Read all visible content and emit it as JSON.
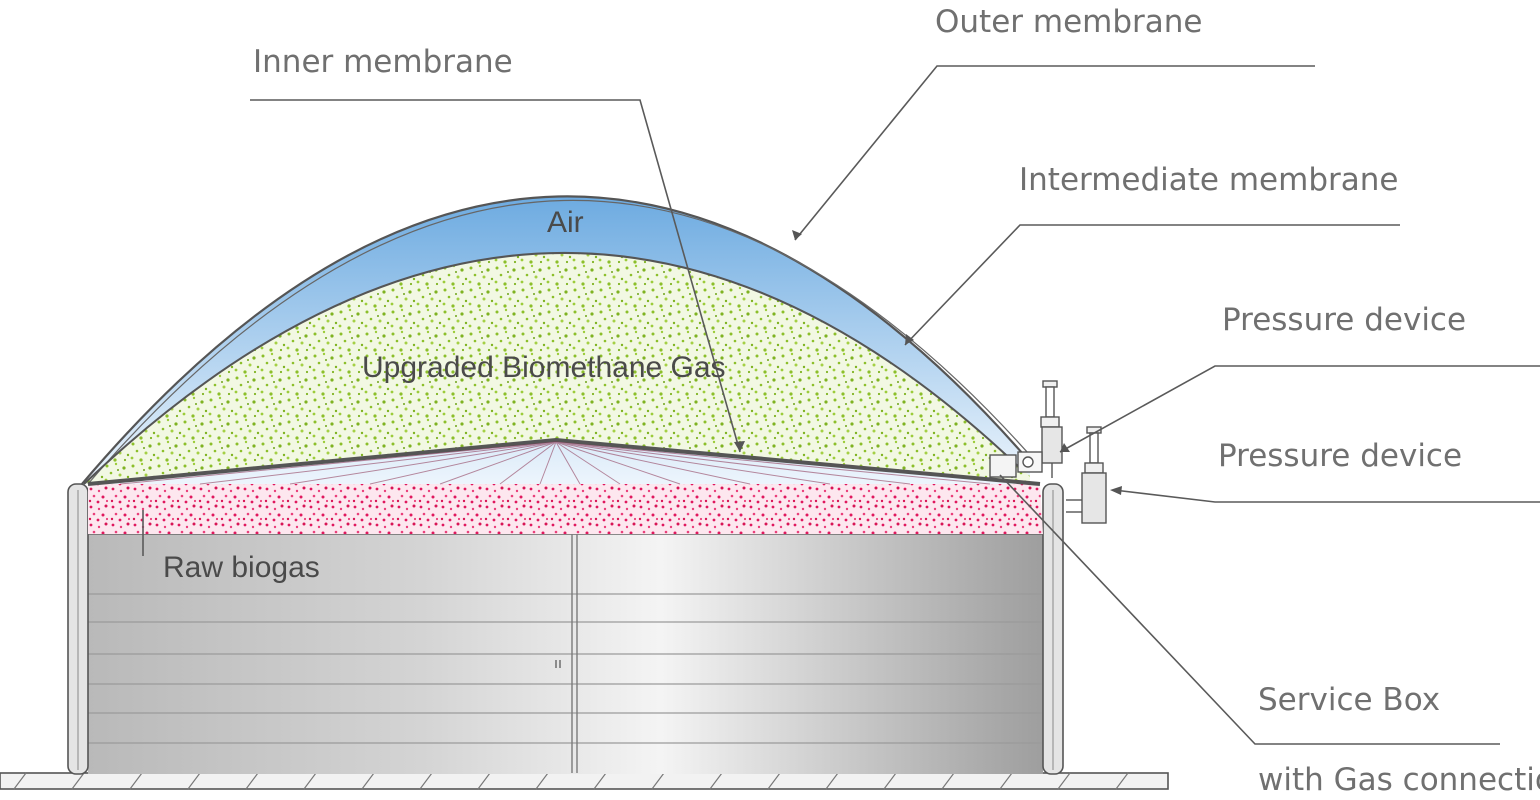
{
  "labels": {
    "outer_membrane": "Outer membrane",
    "inner_membrane": "Inner membrane",
    "intermediate_membrane": "Intermediate membrane",
    "pressure_device_1": "Pressure device",
    "pressure_device_2": "Pressure device",
    "service_box": "Service Box",
    "gas_connection": "with Gas connectio"
  },
  "zones": {
    "air": "Air",
    "biomethane": "Upgraded Biomethane Gas",
    "raw_biogas": "Raw biogas"
  },
  "colors": {
    "air_top": "#7fb7e6",
    "green_dots": "#8cbf2a",
    "pink_dots": "#e0185e",
    "tank_grey": "#c6c6c6",
    "line": "#555555"
  }
}
